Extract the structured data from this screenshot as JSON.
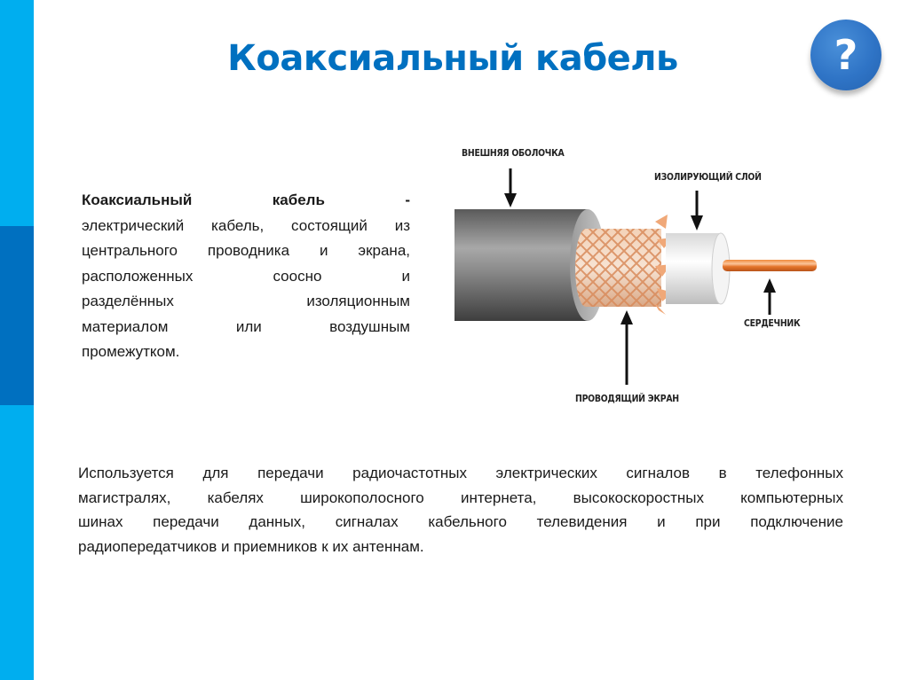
{
  "slide": {
    "title": "Коаксиальный кабель",
    "help_button": {
      "icon": "question-icon",
      "glyph": "?"
    },
    "colors": {
      "sidebar_light": "#00aeef",
      "sidebar_dark": "#0070c0",
      "title": "#0070c0",
      "help_button": "#2f74c6"
    }
  },
  "definition": {
    "term": "Коаксиальный кабель -",
    "lines": [
      [
        "Коаксиальный",
        "кабель",
        "-"
      ],
      "электрический кабель, состоящий из",
      "центрального проводника и экрана,",
      "расположенных соосно и",
      "разделённых изоляционным",
      "материалом или воздушным",
      "промежутком."
    ],
    "line1_words": {
      "w1": "Коаксиальный",
      "w2": "кабель",
      "w3": "-"
    },
    "line2": "электрический кабель, состоящий из",
    "line3": "центрального проводника и экрана,",
    "line4": "расположенных соосно и",
    "line5": "разделённых изоляционным",
    "line6": "материалом или воздушным",
    "line7": "промежутком."
  },
  "diagram": {
    "labels": {
      "outer_sheath": "ВНЕШНЯЯ ОБОЛОЧКА",
      "insulating_layer": "ИЗОЛИРУЮЩИЙ СЛОЙ",
      "core": "СЕРДЕЧНИК",
      "conductive_shield": "ПРОВОДЯЩИЙ ЭКРАН"
    }
  },
  "usage": {
    "line1": "Используется для передачи радиочастотных электрических сигналов в телефонных",
    "line2": "магистралях, кабелях широкополосного интернета, высокоскоростных компьютерных",
    "line3": "шинах передачи данных, сигналах кабельного телевидения и при подключение",
    "line4": "радиопередатчиков и приемников к их антеннам."
  }
}
